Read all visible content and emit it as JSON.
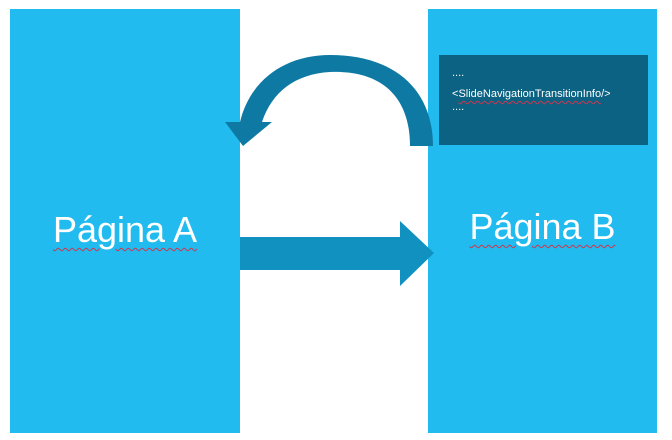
{
  "diagram": {
    "page_a": {
      "label": "Página A"
    },
    "page_b": {
      "label": "Página B"
    },
    "code": {
      "line_1": "....",
      "line_2_open": "<",
      "line_2_tag": "SlideNavigationTransitionInfo",
      "line_2_close": "/>",
      "line_3": "...."
    },
    "colors": {
      "page_fill": "#22bbef",
      "arrow_fill": "#1191c0",
      "curved_arrow_fill": "#0e7aa3",
      "code_fill": "#0c6282",
      "text": "#ffffff"
    }
  }
}
